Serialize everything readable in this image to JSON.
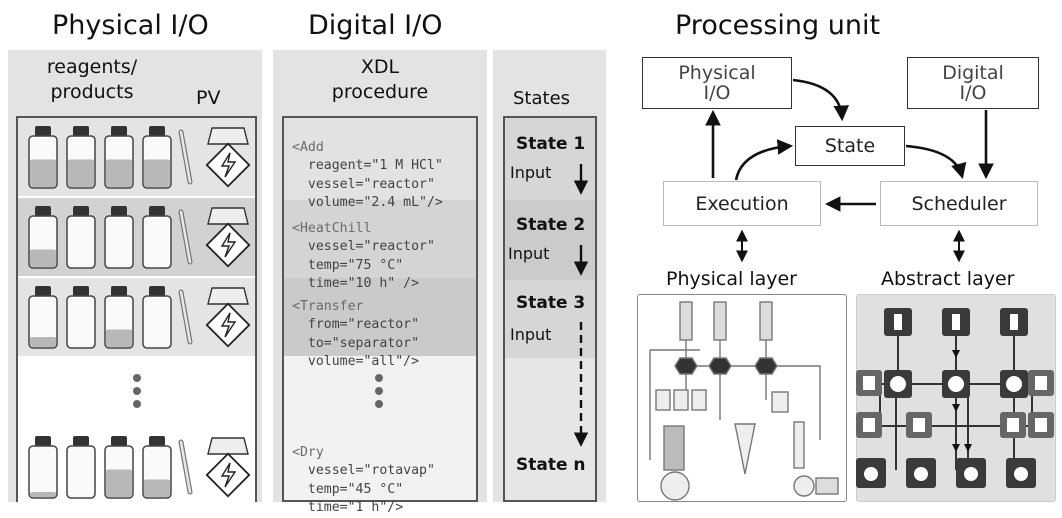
{
  "headings": {
    "physical_io": "Physical I/O",
    "digital_io": "Digital I/O",
    "processing_unit": "Processing unit"
  },
  "physical_io": {
    "col_reagents": "reagents/\nproducts",
    "col_pv": "PV",
    "rows": 5
  },
  "digital_io": {
    "header": "XDL\nprocedure",
    "blocks": [
      {
        "tag": "<Add",
        "lines": [
          "reagent=\"1 M HCl\"",
          "vessel=\"reactor\"",
          "volume=\"2.4 mL\"/>"
        ]
      },
      {
        "tag": "<HeatChill",
        "lines": [
          "vessel=\"reactor\"",
          "temp=\"75 °C\"",
          "time=\"10 h\" />"
        ]
      },
      {
        "tag": "<Transfer",
        "lines": [
          "from=\"reactor\"",
          "to=\"separator\"",
          "volume=\"all\"/>"
        ]
      },
      {
        "tag": "<Dry",
        "lines": [
          "vessel=\"rotavap\"",
          "temp=\"45 °C\"",
          "time=\"1 h\"/>"
        ]
      }
    ]
  },
  "states": {
    "header": "States",
    "items": [
      "State 1",
      "State 2",
      "State 3",
      "State n"
    ],
    "input_label": "Input"
  },
  "processing": {
    "physical_io": "Physical\nI/O",
    "digital_io": "Digital\nI/O",
    "state": "State",
    "execution": "Execution",
    "scheduler": "Scheduler",
    "physical_layer": "Physical layer",
    "abstract_layer": "Abstract layer"
  }
}
